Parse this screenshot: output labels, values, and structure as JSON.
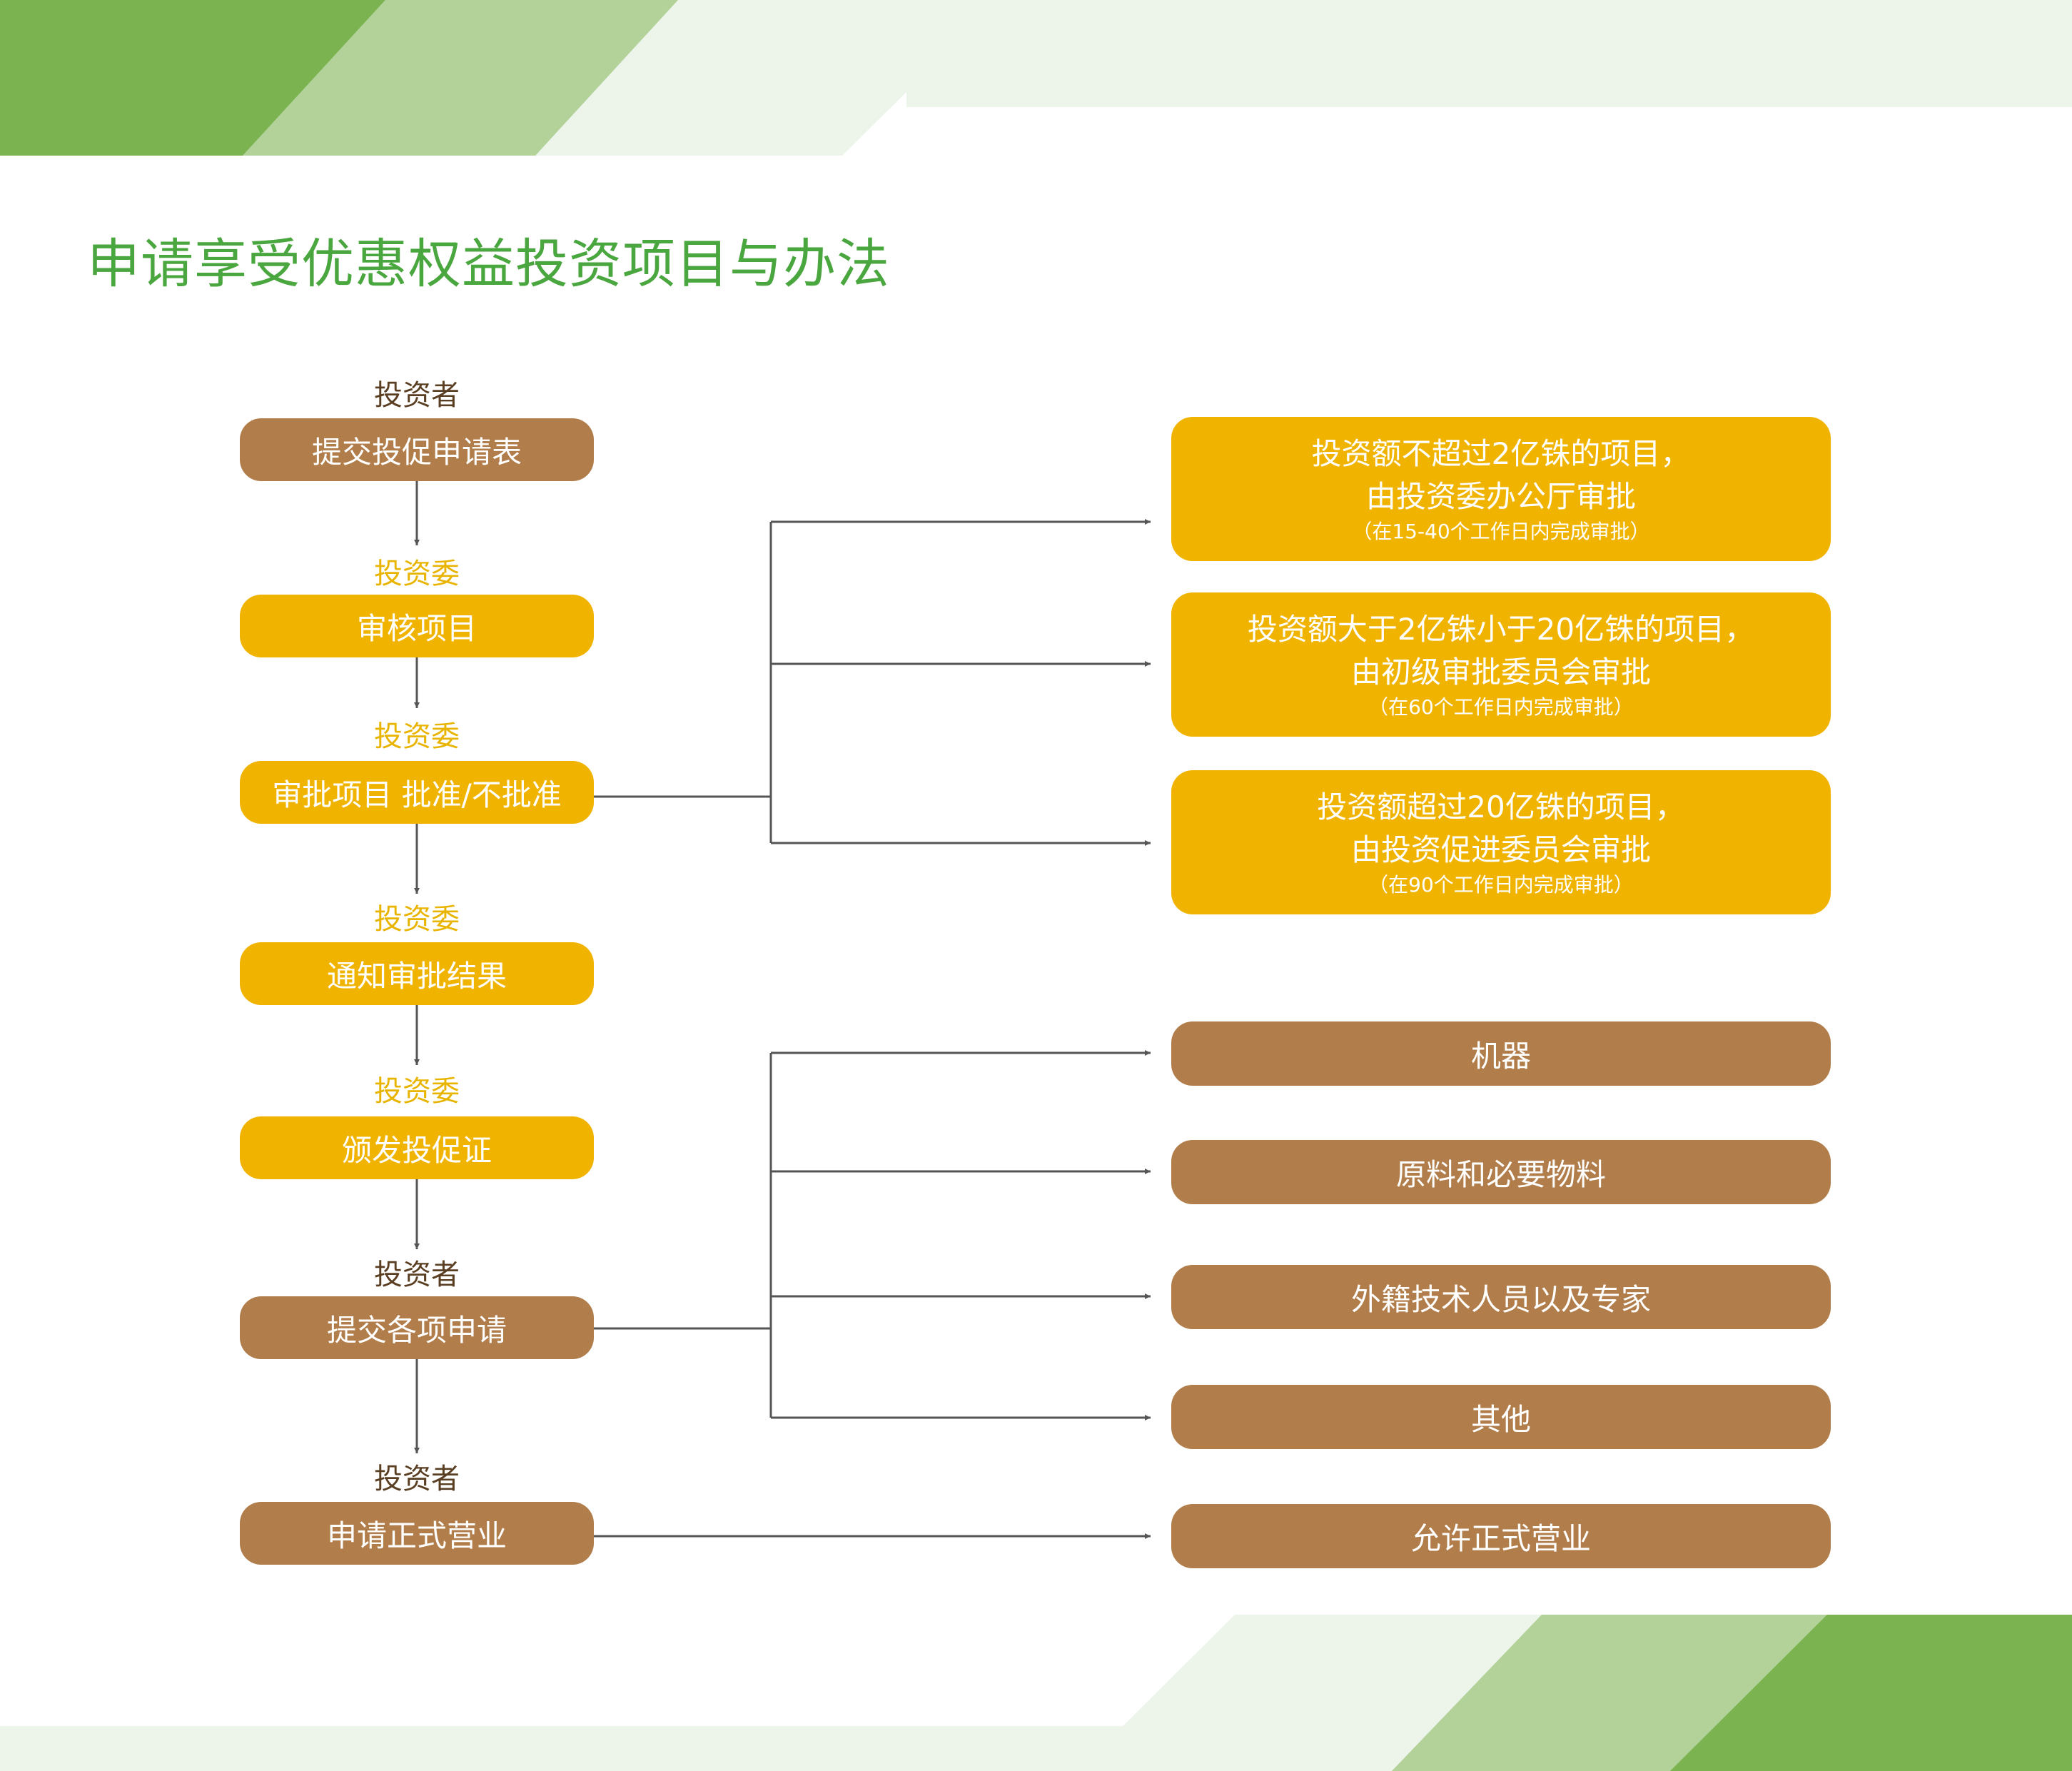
{
  "title": "申请享受优惠权益投资项目与办法",
  "steps": [
    {
      "role": "投资者",
      "label": "提交投促申请表"
    },
    {
      "role": "投资委",
      "label": "审核项目"
    },
    {
      "role": "投资委",
      "label": "审批项目 批准/不批准"
    },
    {
      "role": "投资委",
      "label": "通知审批结果"
    },
    {
      "role": "投资委",
      "label": "颁发投促证"
    },
    {
      "role": "投资者",
      "label": "提交各项申请"
    },
    {
      "role": "投资者",
      "label": "申请正式营业"
    }
  ],
  "approvals": [
    {
      "line1": "投资额不超过2亿铢的项目，",
      "line2": "由投资委办公厅审批",
      "note": "（在15-40个工作日内完成审批）"
    },
    {
      "line1": "投资额大于2亿铢小于20亿铢的项目，",
      "line2": "由初级审批委员会审批",
      "note": "（在60个工作日内完成审批）"
    },
    {
      "line1": "投资额超过20亿铢的项目，",
      "line2": "由投资促进委员会审批",
      "note": "（在90个工作日内完成审批）"
    }
  ],
  "applications": [
    "机器",
    "原料和必要物料",
    "外籍技术人员以及专家",
    "其他"
  ],
  "final_result": "允许正式营业",
  "colors": {
    "brown": "#b17d4a",
    "yellow": "#f0b400",
    "title_green": "#4aa63e",
    "deco_dark": "#7ab34f",
    "deco_mid": "#b2d29a",
    "deco_light": "#edf4e9",
    "arrow": "#555555"
  }
}
